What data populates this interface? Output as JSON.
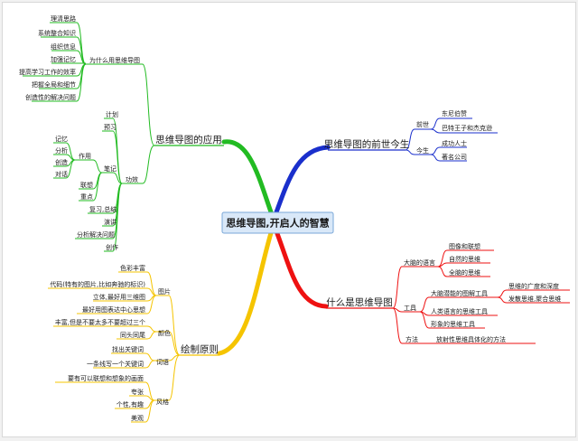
{
  "center": {
    "label": "思维导图,开启人的智慧"
  },
  "colors": {
    "green": "#22bb22",
    "blue": "#1a2fcc",
    "red": "#ee1111",
    "yellow": "#f5c400"
  },
  "branches": {
    "app": {
      "label": "思维导图的应用",
      "why": {
        "label": "为什么用思维导图",
        "items": [
          "理清思路",
          "系统整合知识",
          "组织信息",
          "加强记忆",
          "提高学习工作的效率",
          "把握全局和细节",
          "创造性的解决问题"
        ]
      },
      "effect": {
        "label": "功效",
        "plan": "计划",
        "preview": "预习",
        "notes": "笔记",
        "use": "作用",
        "use_items": [
          "记忆",
          "分析",
          "创造",
          "对话"
        ],
        "assoc": "联想",
        "key": "重点",
        "review": "复习,总结",
        "speech": "演讲",
        "solve": "分析解决问题",
        "create": "创作"
      }
    },
    "history": {
      "label": "思维导图的前世今生",
      "past": {
        "label": "前世",
        "items": [
          "东尼伯赞",
          "巴特王子和杰克逊"
        ]
      },
      "now": {
        "label": "今生",
        "items": [
          "成功人士",
          "著名公司"
        ]
      }
    },
    "what": {
      "label": "什么是思维导图",
      "lang": {
        "label": "大脑的语言",
        "items": [
          "图像和联想",
          "自然的思维",
          "全脑的思维"
        ]
      },
      "tool": {
        "label": "工具",
        "potential": "大脑潜能的图解工具",
        "potential_items": [
          "思维的广度和深度",
          "发散思维,聚合思维"
        ],
        "human": "人类语言的思维工具",
        "visual": "形象的思维工具"
      },
      "method": {
        "label": "方法",
        "item": "放射性思维具体化的方法"
      }
    },
    "draw": {
      "label": "绘制原则",
      "pic": {
        "label": "图片",
        "items": [
          "色彩丰富",
          "代码(特有的图片,比如奔驰的标识)",
          "立体,最好用三维图",
          "最好用图表达中心思想"
        ]
      },
      "color": {
        "label": "颜色",
        "items": [
          "丰富,但是不要太多不要超过三个",
          "同头同尾"
        ]
      },
      "word": {
        "label": "词语",
        "items": [
          "找出关键词",
          "一条线写一个关键词"
        ]
      },
      "style": {
        "label": "风格",
        "items": [
          "要有可以联想和想象的画面",
          "夸张",
          "个性,有趣",
          "美观"
        ]
      }
    }
  }
}
